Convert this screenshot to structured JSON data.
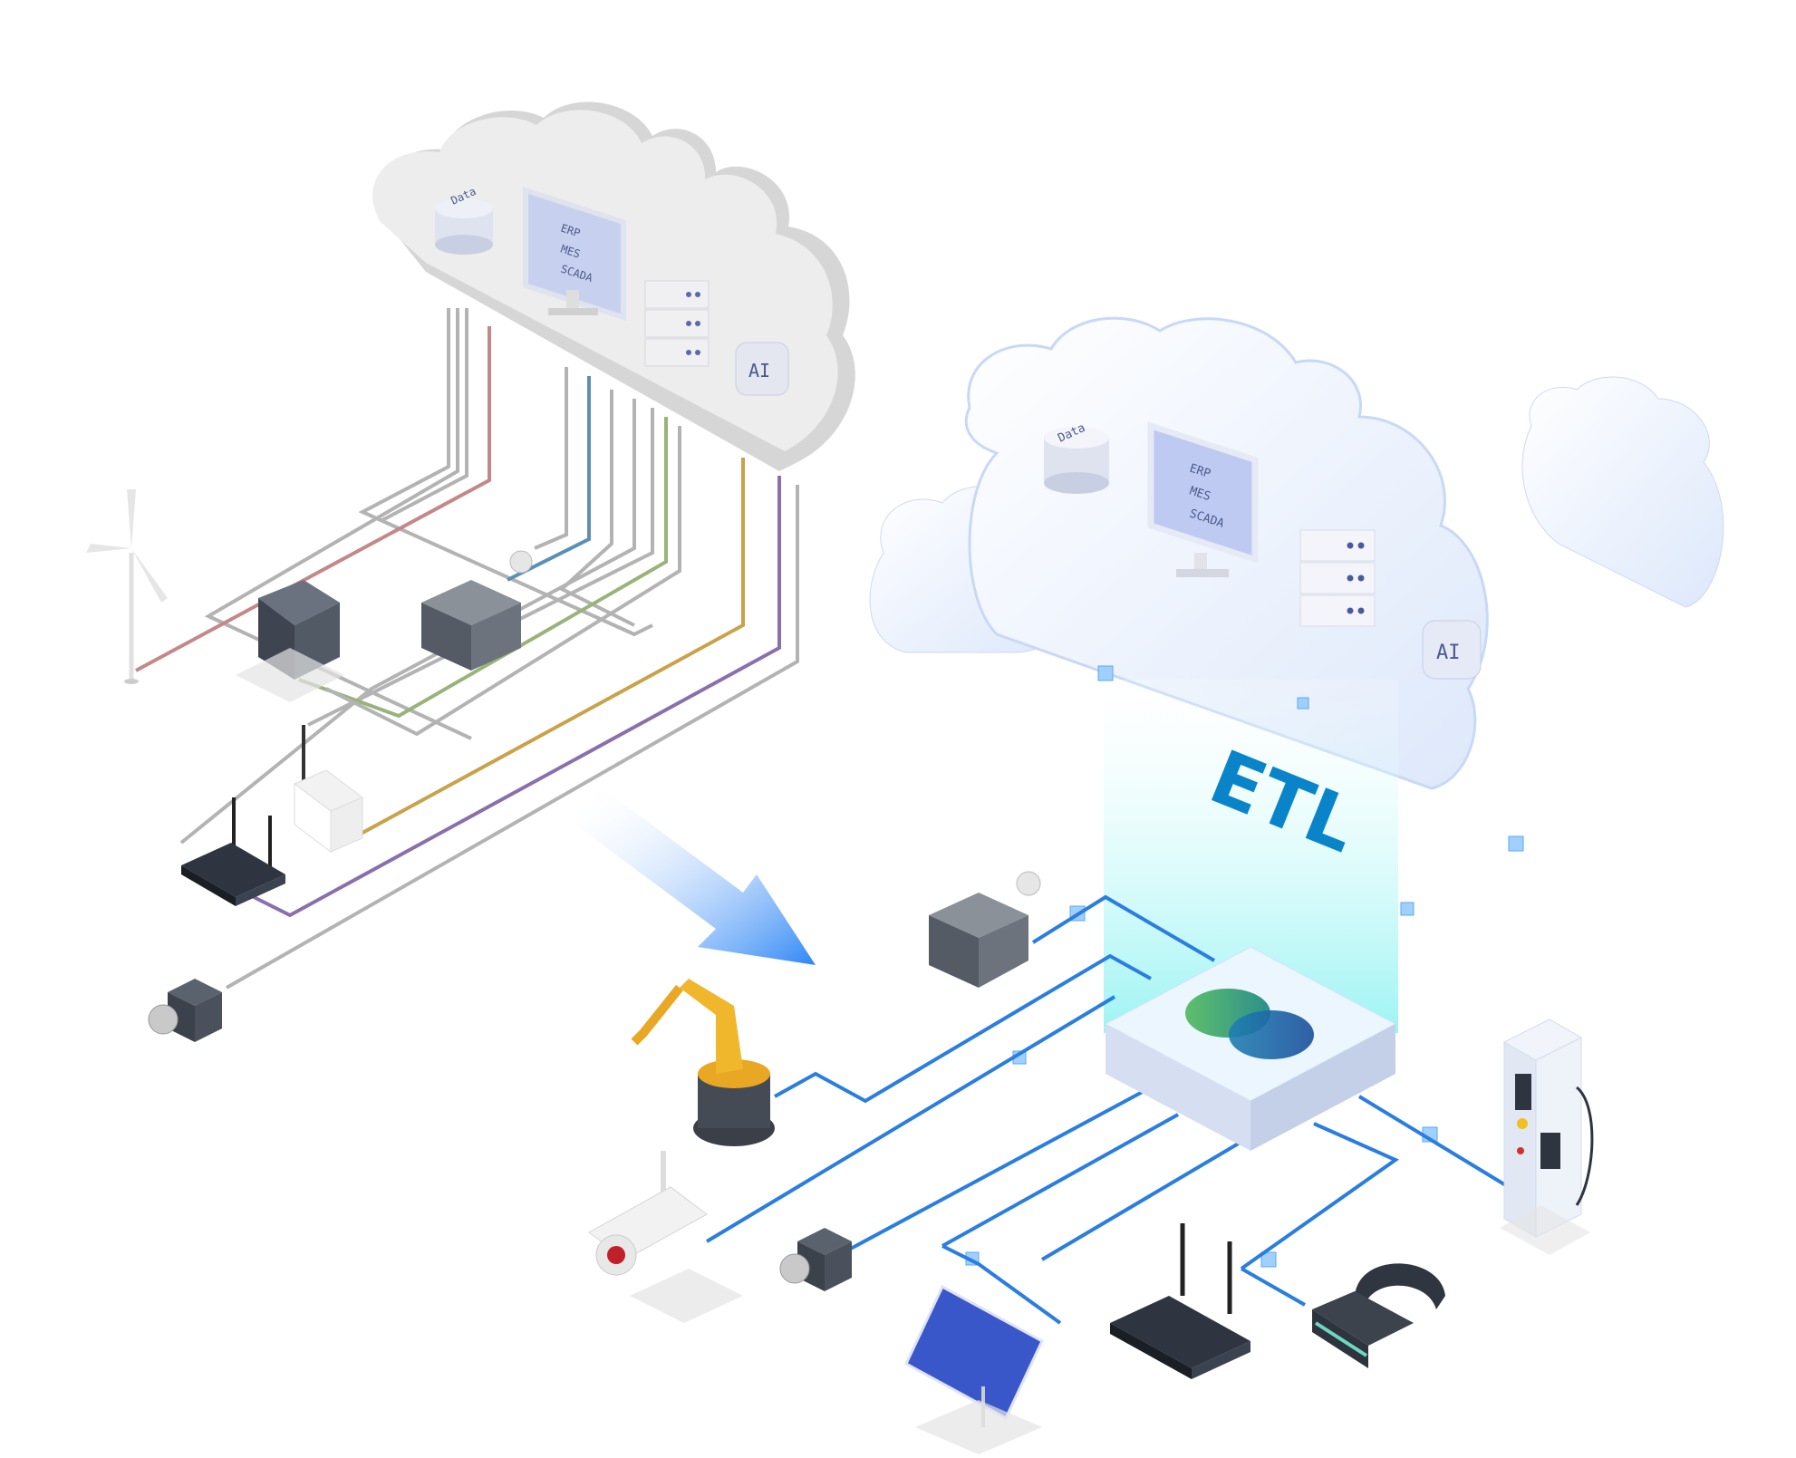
{
  "legacy_cloud": {
    "db_label": "Data",
    "monitor_lines": [
      "ERP",
      "MES",
      "SCADA"
    ],
    "ai_label": "AI"
  },
  "modern_cloud": {
    "db_label": "Data",
    "monitor_lines": [
      "ERP",
      "MES",
      "SCADA"
    ],
    "ai_label": "AI"
  },
  "etl_label": "ETL",
  "colors": {
    "legacy_wire": "#b3b3b3",
    "modern_wire": "#2a7de1",
    "etl_glow": "#8ff0ef",
    "cloud_legacy": "#ececec",
    "cloud_modern": "#f4f8ff",
    "arrow": "#3d8ff5"
  }
}
